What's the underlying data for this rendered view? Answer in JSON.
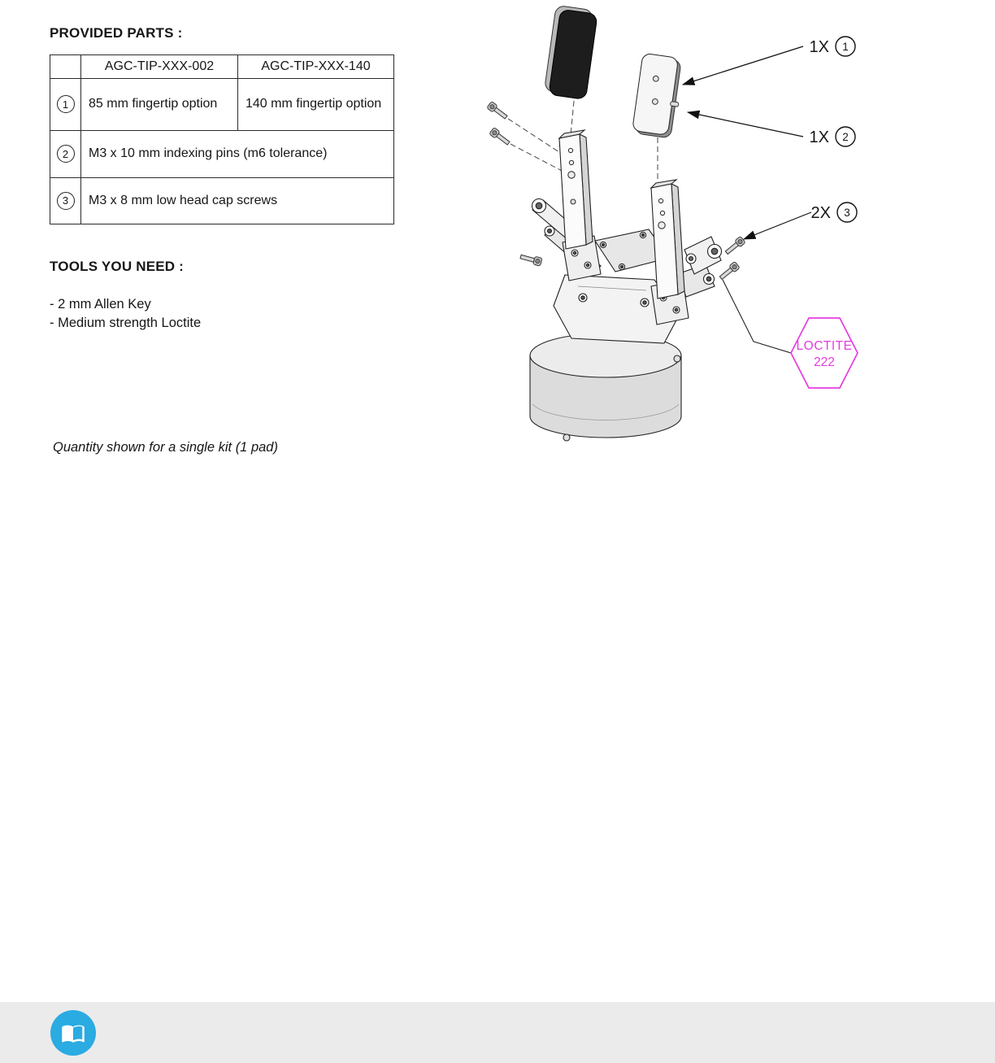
{
  "left_panel": {
    "provided_parts_heading": "PROVIDED PARTS :",
    "tools_heading": "TOOLS YOU NEED :",
    "tools": [
      "- 2 mm Allen Key",
      "- Medium strength Loctite"
    ],
    "note": "Quantity shown for a single kit (1 pad)"
  },
  "parts_table": {
    "columns": [
      "AGC-TIP-XXX-002",
      "AGC-TIP-XXX-140"
    ],
    "rows": [
      {
        "num": "1",
        "cells": [
          "85 mm fingertip option",
          "140 mm fingertip option"
        ]
      },
      {
        "num": "2",
        "cells": [
          "M3 x 10 mm indexing pins (m6 tolerance)"
        ]
      },
      {
        "num": "3",
        "cells": [
          "M3 x 8 mm low head cap screws"
        ]
      }
    ]
  },
  "diagram": {
    "callouts": [
      {
        "qty": "1X",
        "num": "1"
      },
      {
        "qty": "1X",
        "num": "2"
      },
      {
        "qty": "2X",
        "num": "3"
      }
    ],
    "loctite": {
      "line1": "LOCTITE",
      "line2": "222",
      "color": "#e83ce0"
    }
  },
  "footer": {
    "icon": "open-book-icon",
    "icon_color": "#2aabe2",
    "bar_color": "#ebebeb"
  }
}
